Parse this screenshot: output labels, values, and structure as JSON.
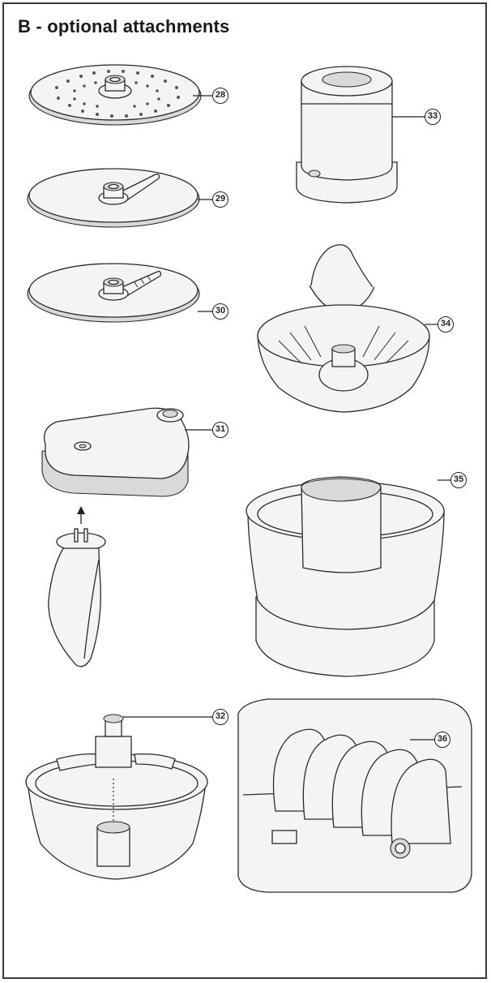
{
  "title": "B - optional attachments",
  "callouts": [
    {
      "id": "28",
      "label": "28",
      "part": "fine grating disc"
    },
    {
      "id": "29",
      "label": "29",
      "part": "slicing disc thin"
    },
    {
      "id": "30",
      "label": "30",
      "part": "slicing disc thick"
    },
    {
      "id": "31",
      "label": "31",
      "part": "dough lid with kneading hook"
    },
    {
      "id": "32",
      "label": "32",
      "part": "chopper bowl with blade"
    },
    {
      "id": "33",
      "label": "33",
      "part": "mill container"
    },
    {
      "id": "34",
      "label": "34",
      "part": "citrus press"
    },
    {
      "id": "35",
      "label": "35",
      "part": "juicer insert"
    },
    {
      "id": "36",
      "label": "36",
      "part": "disc storage box"
    }
  ],
  "colors": {
    "line": "#2a2a2a",
    "fill": "#f4f4f4",
    "shade": "#d9d9d9",
    "frame": "#3a3a3a"
  }
}
